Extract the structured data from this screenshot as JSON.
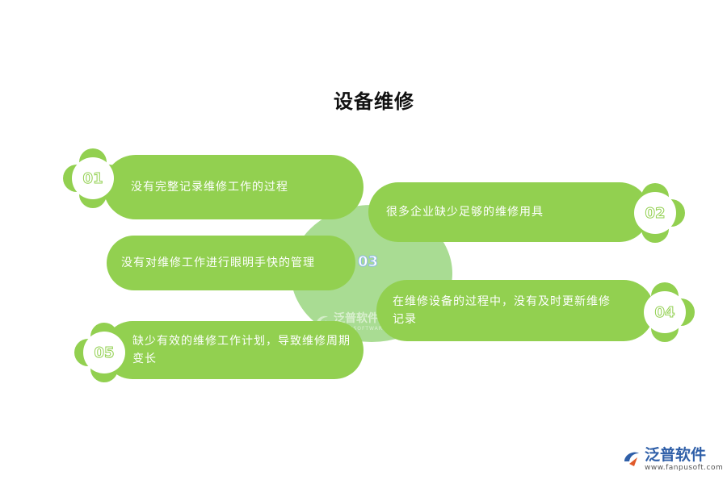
{
  "title": "设备维修",
  "center": {
    "number": "03"
  },
  "items": [
    {
      "number": "01",
      "text": "没有完整记录维修工作的过程"
    },
    {
      "number": "02",
      "text": "很多企业缺少足够的维修用具"
    },
    {
      "number": "03",
      "text": "没有对维修工作进行眼明手快的管理"
    },
    {
      "number": "04",
      "text": "在维修设备的过程中，没有及时更新维修记录"
    },
    {
      "number": "05",
      "text": "缺少有效的维修工作计划，导致维修周期变长"
    }
  ],
  "watermark": {
    "name": "泛普软件",
    "sub": "FANPUSOFTWARE"
  },
  "logo": {
    "name": "泛普软件",
    "url": "www.fanpusoft.com"
  },
  "colors": {
    "accent": "#92d050",
    "center": "#a9dc93",
    "number_stroke": "#8bb7e6",
    "logo_blue": "#2f5fa8"
  }
}
